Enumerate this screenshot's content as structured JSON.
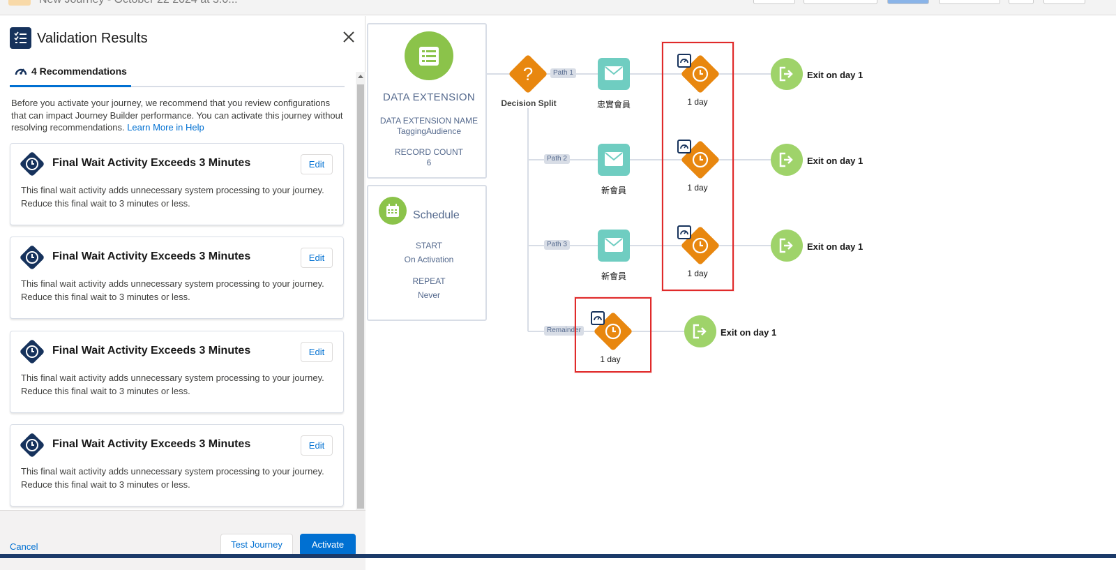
{
  "header": {
    "journey_title": "New Journey - October 22 2024 at 3:0..."
  },
  "panel": {
    "title": "Validation Results",
    "tab_label": "4 Recommendations",
    "intro_text": "Before you activate your journey, we recommend that you review configurations that can impact Journey Builder performance. You can activate this journey without resolving recommendations.",
    "intro_link": "Learn More in Help",
    "cards": [
      {
        "title": "Final Wait Activity Exceeds 3 Minutes",
        "edit_label": "Edit",
        "body": "This final wait activity adds unnecessary system processing to your journey. Reduce this final wait to 3 minutes or less."
      },
      {
        "title": "Final Wait Activity Exceeds 3 Minutes",
        "edit_label": "Edit",
        "body": "This final wait activity adds unnecessary system processing to your journey. Reduce this final wait to 3 minutes or less."
      },
      {
        "title": "Final Wait Activity Exceeds 3 Minutes",
        "edit_label": "Edit",
        "body": "This final wait activity adds unnecessary system processing to your journey. Reduce this final wait to 3 minutes or less."
      },
      {
        "title": "Final Wait Activity Exceeds 3 Minutes",
        "edit_label": "Edit",
        "body": "This final wait activity adds unnecessary system processing to your journey. Reduce this final wait to 3 minutes or less."
      }
    ],
    "footer": {
      "cancel_label": "Cancel",
      "test_label": "Test Journey",
      "activate_label": "Activate"
    }
  },
  "canvas": {
    "data_extension": {
      "title": "DATA EXTENSION",
      "name_label": "DATA EXTENSION NAME",
      "name_value": "TaggingAudience",
      "count_label": "RECORD COUNT",
      "count_value": "6"
    },
    "schedule": {
      "title": "Schedule",
      "start_label": "START",
      "start_value": "On Activation",
      "repeat_label": "REPEAT",
      "repeat_value": "Never"
    },
    "decision_label": "Decision Split",
    "paths": [
      {
        "tag": "Path 1",
        "email_label": "忠實會員",
        "wait_label": "1 day",
        "exit_label": "Exit on day 1"
      },
      {
        "tag": "Path 2",
        "email_label": "新會員",
        "wait_label": "1 day",
        "exit_label": "Exit on day 1"
      },
      {
        "tag": "Path 3",
        "email_label": "新會員",
        "wait_label": "1 day",
        "exit_label": "Exit on day 1"
      }
    ],
    "remainder": {
      "tag": "Remainder",
      "wait_label": "1 day",
      "exit_label": "Exit on day 1"
    }
  },
  "colors": {
    "accent_blue": "#0070d2",
    "navy": "#16325c",
    "wait_orange": "#e8870f",
    "email_teal": "#6fcdc1",
    "exit_green": "#9fd36a",
    "entry_green": "#8bc34a",
    "highlight_red": "#e02a2a"
  },
  "icons": {
    "header_icon": "checklist-icon",
    "close_icon": "close-icon",
    "tab_icon": "gauge-icon",
    "card_icon": "clock-icon",
    "entry_icon": "list-icon",
    "schedule_icon": "calendar-icon",
    "decision_icon": "question-icon",
    "email_icon": "envelope-icon",
    "exit_icon": "exit-icon"
  }
}
